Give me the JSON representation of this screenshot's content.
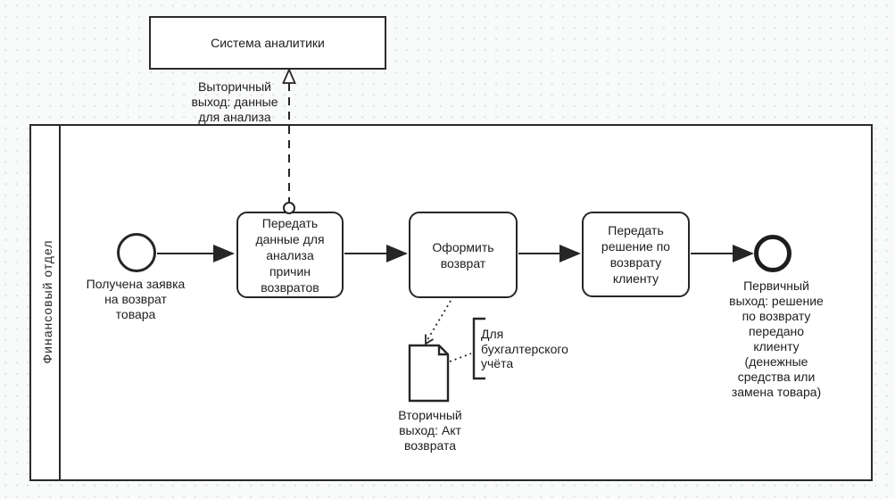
{
  "colors": {
    "stroke": "#262626",
    "shape_fill": "#ffffff",
    "canvas_background": "#f9fafa",
    "grid_dot": "#e3e6e6"
  },
  "external_system": {
    "label": "Система аналитики"
  },
  "message_flow": {
    "label": "Выторичный\nвыход: данные\nдля анализа"
  },
  "pool": {
    "label": "Финансовый отдел"
  },
  "start_event": {
    "label": "Получена заявка\nна возврат\nтовара"
  },
  "tasks": [
    {
      "label": "Передать\nданные для\nанализа\nпричин\nвозвратов"
    },
    {
      "label": "Оформить\nвозврат"
    },
    {
      "label": "Передать\nрешение по\nвозврату\nклиенту"
    }
  ],
  "end_event": {
    "label": "Первичный\nвыход: решение\nпо возврату\nпередано\nклиенту\n(денежные\nсредства или\nзамена товара)"
  },
  "data_object": {
    "label": "Вторичный\nвыход: Акт\nвозврата"
  },
  "annotation": {
    "label": "Для\nбухгалтерского\nучёта"
  }
}
